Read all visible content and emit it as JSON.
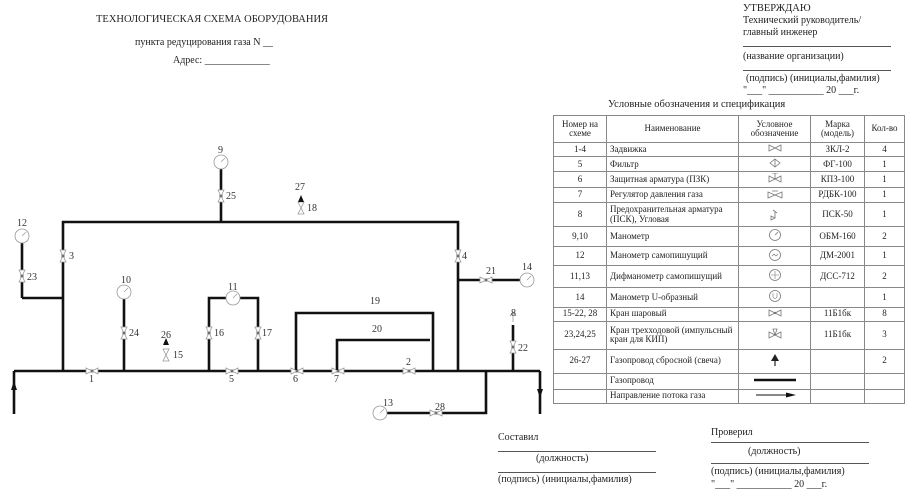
{
  "header": {
    "title": "ТЕХНОЛОГИЧЕСКАЯ СХЕМА ОБОРУДОВАНИЯ",
    "subtitle": "пункта редуцирования газа N __",
    "address": "Адрес: _____________"
  },
  "approval": {
    "approve": "УТВЕРЖДАЮ",
    "role1": "Технический руководитель/",
    "role2": "главный инженер",
    "org": "(название организации)",
    "sign": "(подпись) (инициалы,фамилия)",
    "date": "\"___\" ___________ 20 ___г."
  },
  "spec": {
    "title": "Условные обозначения и спецификация",
    "headers": [
      "Номер на схеме",
      "Наименование",
      "Условное обозначение",
      "Марка (модель)",
      "Кол-во"
    ],
    "rows": [
      {
        "num": "1-4",
        "name": "Задвижка",
        "symbol": "gate-valve-icon",
        "model": "ЗКЛ-2",
        "qty": "4"
      },
      {
        "num": "5",
        "name": "Фильтр",
        "symbol": "filter-icon",
        "model": "ФГ-100",
        "qty": "1"
      },
      {
        "num": "6",
        "name": "Защитная арматура (ПЗК)",
        "symbol": "shutoff-valve-icon",
        "model": "КПЗ-100",
        "qty": "1"
      },
      {
        "num": "7",
        "name": "Регулятор давления газа",
        "symbol": "pressure-regulator-icon",
        "model": "РДБК-100",
        "qty": "1"
      },
      {
        "num": "8",
        "name": "Предохранительная арматура (ПСК), Угловая",
        "symbol": "relief-valve-icon",
        "model": "ПСК-50",
        "qty": "1"
      },
      {
        "num": "9,10",
        "name": "Манометр",
        "symbol": "manometer-icon",
        "model": "ОБМ-160",
        "qty": "2"
      },
      {
        "num": "12",
        "name": "Манометр самопишущий",
        "symbol": "recording-manometer-icon",
        "model": "ДМ-2001",
        "qty": "1"
      },
      {
        "num": "11,13",
        "name": "Дифманометр самопишущий",
        "symbol": "differential-manometer-icon",
        "model": "ДСС-712",
        "qty": "2"
      },
      {
        "num": "14",
        "name": "Манометр U-образный",
        "symbol": "u-manometer-icon",
        "model": "",
        "qty": "1"
      },
      {
        "num": "15-22, 28",
        "name": "Кран шаровый",
        "symbol": "ball-valve-icon",
        "model": "11Б1бк",
        "qty": "8"
      },
      {
        "num": "23,24,25",
        "name": "Кран трехходовой (импульсный кран для КИП)",
        "symbol": "three-way-valve-icon",
        "model": "11Б1бк",
        "qty": "3"
      },
      {
        "num": "26-27",
        "name": "Газопровод сбросной (свеча)",
        "symbol": "vent-candle-icon",
        "model": "",
        "qty": "2"
      },
      {
        "num": "",
        "name": "Газопровод",
        "symbol": "pipeline-icon",
        "model": "",
        "qty": ""
      },
      {
        "num": "",
        "name": "Направление потока газа",
        "symbol": "flow-arrow-icon",
        "model": "",
        "qty": ""
      }
    ]
  },
  "scheme_labels": {
    "l1": "1",
    "l2": "2",
    "l3": "3",
    "l4": "4",
    "l5": "5",
    "l6": "6",
    "l7": "7",
    "l8": "8",
    "l9": "9",
    "l10": "10",
    "l11": "11",
    "l12": "12",
    "l13": "13",
    "l14": "14",
    "l15": "15",
    "l16": "16",
    "l17": "17",
    "l18": "18",
    "l19": "19",
    "l20": "20",
    "l21": "21",
    "l22": "22",
    "l23": "23",
    "l24": "24",
    "l25": "25",
    "l26": "26",
    "l27": "27",
    "l28": "28"
  },
  "footer": {
    "compiled": "Составил",
    "position1": "(должность)",
    "sign1": "(подпись) (инициалы,фамилия)",
    "checked": "Проверил",
    "position2": "(должность)",
    "sign2": "(подпись) (инициалы,фамилия)",
    "date2": "\"___\" ___________ 20 ___г."
  }
}
